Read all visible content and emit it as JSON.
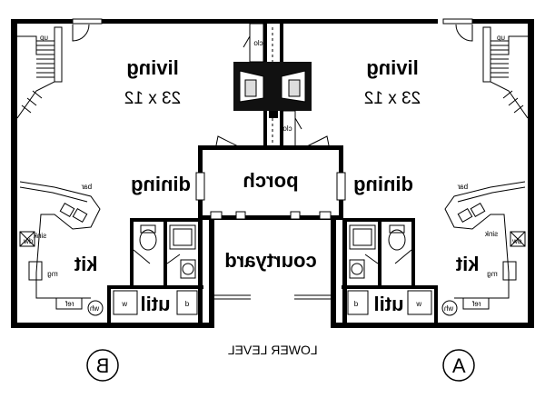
{
  "title": "LOWER LEVEL",
  "units": {
    "left": "B",
    "right": "A"
  },
  "rooms": {
    "living": "living",
    "living_dim": "23 x 12",
    "dining": "dining",
    "porch": "porch",
    "courtyard": "courtyard",
    "kit": "kit",
    "util": "util"
  },
  "fixtures": {
    "up": "up",
    "clo": "clo",
    "bar": "bar",
    "sink": "sink",
    "dw": "dw",
    "rng": "rng",
    "ref": "ref",
    "wh": "wh",
    "w": "w",
    "d": "d"
  },
  "colors": {
    "wall": "#000000",
    "fireplace": "#111111",
    "background": "#ffffff"
  }
}
